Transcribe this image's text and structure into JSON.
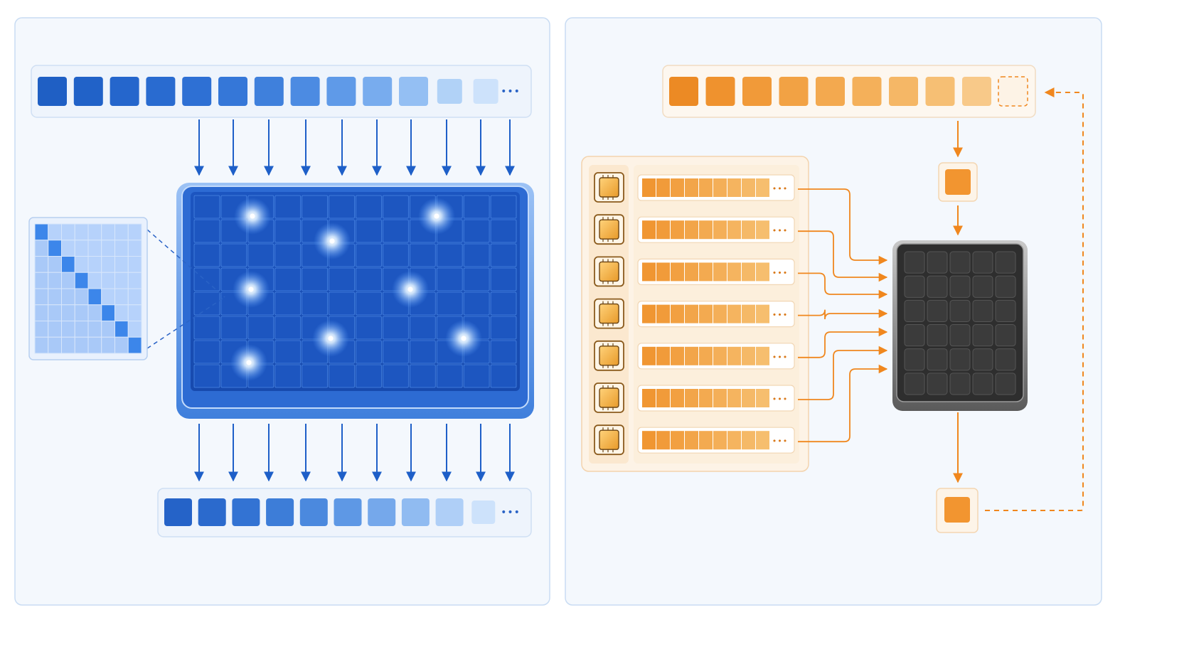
{
  "ellipsis": "•••",
  "panels": [
    {
      "id": "parallel",
      "accent": "#1e5fc8"
    },
    {
      "id": "sequential",
      "accent": "#f0871e"
    }
  ],
  "parallel": {
    "input_token_colors": [
      "#1f5fc4",
      "#2162c8",
      "#2566cc",
      "#296bd0",
      "#2e70d4",
      "#3577d8",
      "#3f80dc",
      "#4c8be2",
      "#5f9ae8",
      "#78acee",
      "#94bff3",
      "#b1d2f7",
      "#cde2fb"
    ],
    "output_token_colors": [
      "#2563c8",
      "#2b6acd",
      "#3373d3",
      "#3d7dd8",
      "#4b89de",
      "#5e98e5",
      "#75a8eb",
      "#90bbf1",
      "#afcff7",
      "#cde2fb"
    ],
    "arrow_count": 10,
    "grid": {
      "rows": 8,
      "cols": 12,
      "color": "#1d56c0"
    },
    "glow_points": 8,
    "mask_size": 8,
    "mask_colors": {
      "light": "#b6d2fb",
      "dark": "#3c86ea"
    }
  },
  "sequential": {
    "token_colors": [
      "#ec8a24",
      "#ef922e",
      "#f19a39",
      "#f2a244",
      "#f3a94f",
      "#f4b05a",
      "#f5b766",
      "#f6bf74",
      "#f8c989"
    ],
    "pending_token": "dashed",
    "worker_rows": 7,
    "cells_per_row": 9,
    "processor": {
      "rows": 6,
      "cols": 5,
      "color": "#3b3b3b"
    },
    "arrow_color": "#f0871e"
  }
}
